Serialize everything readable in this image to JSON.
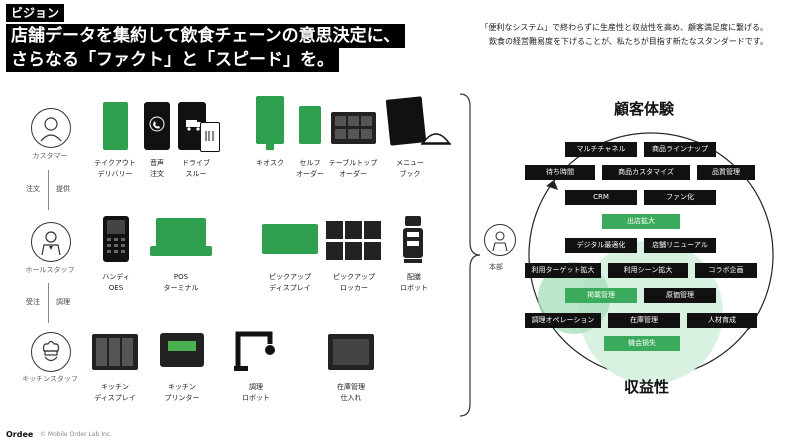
{
  "header": {
    "tag": "ビジョン",
    "headline_line1": "店舗データを集約して飲食チェーンの意思決定に、",
    "headline_line2": "さらなる「ファクト」と「スピード」を。",
    "sub_line1": "「便利なシステム」で終わらずに生産性と収益性を高め、顧客満足度に繋げる。",
    "sub_line2": "飲食の経営難易度を下げることが、私たちが目指す新たなスタンダードです。"
  },
  "roles": {
    "customer": "カスタマー",
    "hall": "ホールスタッフ",
    "kitchen": "キッチンスタッフ",
    "hq": "本部",
    "order": "注文",
    "serve": "提供",
    "receive": "受注",
    "cook": "調理"
  },
  "devices_row1": [
    {
      "label": "テイクアウト\nデリバリー"
    },
    {
      "label": "音声\n注文"
    },
    {
      "label": "ドライブ\nスルー"
    },
    {
      "label": "キオスク"
    },
    {
      "label": "セルフ\nオーダー"
    },
    {
      "label": "テーブルトップ\nオーダー"
    },
    {
      "label": "メニュー\nブック"
    }
  ],
  "devices_row2": [
    {
      "label": "ハンディ\nOES"
    },
    {
      "label": "POS\nターミナル"
    },
    {
      "label": "ピックアップ\nディスプレイ"
    },
    {
      "label": "ピックアップ\nロッカー"
    },
    {
      "label": "配膳\nロボット"
    }
  ],
  "devices_row3": [
    {
      "label": "キッチン\nディスプレイ"
    },
    {
      "label": "キッチン\nプリンター"
    },
    {
      "label": "調理\nロボット"
    },
    {
      "label": "在庫管理\n仕入れ"
    }
  ],
  "diagram": {
    "top_title": "顧客体験",
    "bottom_title": "収益性",
    "items": [
      {
        "label": "マルチチャネル",
        "green": false
      },
      {
        "label": "商品ラインナップ",
        "green": false
      },
      {
        "label": "待ち時間",
        "green": false
      },
      {
        "label": "商品カスタマイズ",
        "green": false
      },
      {
        "label": "品質管理",
        "green": false
      },
      {
        "label": "CRM",
        "green": false
      },
      {
        "label": "ファン化",
        "green": false
      },
      {
        "label": "出店拡大",
        "green": true
      },
      {
        "label": "デジタル最適化",
        "green": false
      },
      {
        "label": "店舗リニューアル",
        "green": false
      },
      {
        "label": "利用ターゲット拡大",
        "green": false
      },
      {
        "label": "利用シーン拡大",
        "green": false
      },
      {
        "label": "コラボ企画",
        "green": false
      },
      {
        "label": "掲載管理",
        "green": true
      },
      {
        "label": "原価管理",
        "green": false
      },
      {
        "label": "調理オペレーション",
        "green": false
      },
      {
        "label": "在庫管理",
        "green": false
      },
      {
        "label": "人材育成",
        "green": false
      },
      {
        "label": "機会損失",
        "green": true
      }
    ]
  },
  "footer": {
    "brand": "Ordee",
    "copyright": "© Mobile Order Lab Inc."
  },
  "colors": {
    "accent": "#2e9e4f",
    "accent_light": "#7fd39a",
    "ink": "#111111"
  }
}
